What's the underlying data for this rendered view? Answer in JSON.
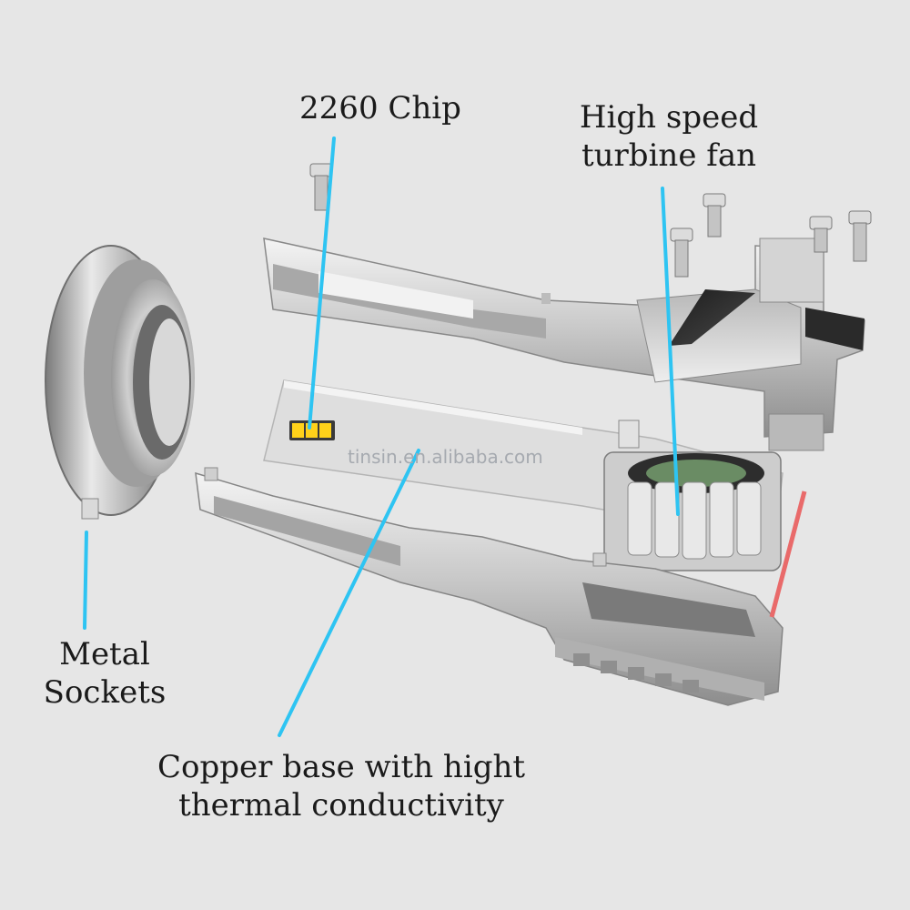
{
  "labels": {
    "chip": "2260 Chip",
    "fan_line1": "High speed",
    "fan_line2": "turbine fan",
    "socket_line1": "Metal",
    "socket_line2": "Sockets",
    "copper_line1": "Copper base with hight",
    "copper_line2": "thermal conductivity"
  },
  "watermark": "tinsin.en.alibaba.com",
  "colors": {
    "background": "#e6e6e6",
    "leader_line": "#2ec4f2",
    "chip_led": "#ffd21a",
    "indicator_red": "#e96a6a"
  }
}
